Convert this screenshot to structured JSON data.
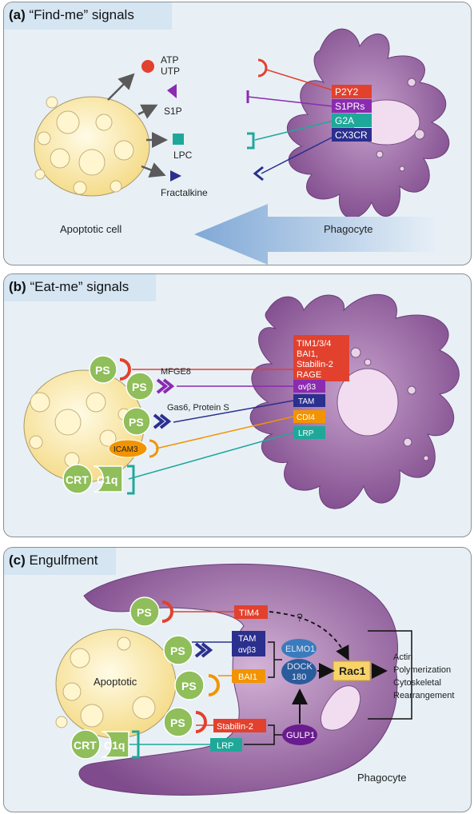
{
  "panel_a": {
    "letter": "(a)",
    "title": "“Find-me” signals",
    "signals": [
      "ATP",
      "UTP",
      "S1P",
      "LPC",
      "Fractalkine"
    ],
    "receptors": [
      "P2Y2",
      "S1PRs",
      "G2A",
      "CX3CR"
    ],
    "apoptotic_label": "Apoptotic cell",
    "phagocyte_label": "Phagocyte"
  },
  "panel_b": {
    "letter": "(b)",
    "title": "“Eat-me” signals",
    "ps_label": "PS",
    "receptors": [
      "TIM1/3/4",
      "BAI1,",
      "Stabilin-2",
      "RAGE"
    ],
    "bridges": [
      "MFGE8",
      "Gas6, Protein S"
    ],
    "alpha_beta": "αvβ3",
    "tam": "TAM",
    "cd14": "CDI4",
    "lrp": "LRP",
    "icam3": "ICAM3",
    "crt": "CRT",
    "c1q": "C1q"
  },
  "panel_c": {
    "letter": "(c)",
    "title": "Engulfment",
    "apoptotic_label": "Apoptotic",
    "ps_label": "PS",
    "tim4": "TIM4",
    "tam": "TAM",
    "alpha_beta": "αvβ3",
    "bai1": "BAI1",
    "stabilin2": "Stabilin-2",
    "lrp": "LRP",
    "crt": "CRT",
    "c1q": "C1q",
    "elmo1": "ELMO1",
    "dock180": [
      "DOCK",
      "180"
    ],
    "gulp1": "GULP1",
    "rac1": "Rac1",
    "question": "?",
    "outcome": [
      "Actin",
      "Polymerization",
      "Cytoskeletal",
      "Rearrangement"
    ],
    "phagocyte_label": "Phagocyte"
  },
  "colors": {
    "red": "#e2412d",
    "purple": "#8a2bb0",
    "teal": "#1fa89a",
    "navy": "#2b2f8e",
    "orange": "#f29400",
    "green": "#8fbe5a",
    "cell_fill": "#fdf1be",
    "phagocyte": "#9a6aa5",
    "rac1": "#f8d468"
  }
}
